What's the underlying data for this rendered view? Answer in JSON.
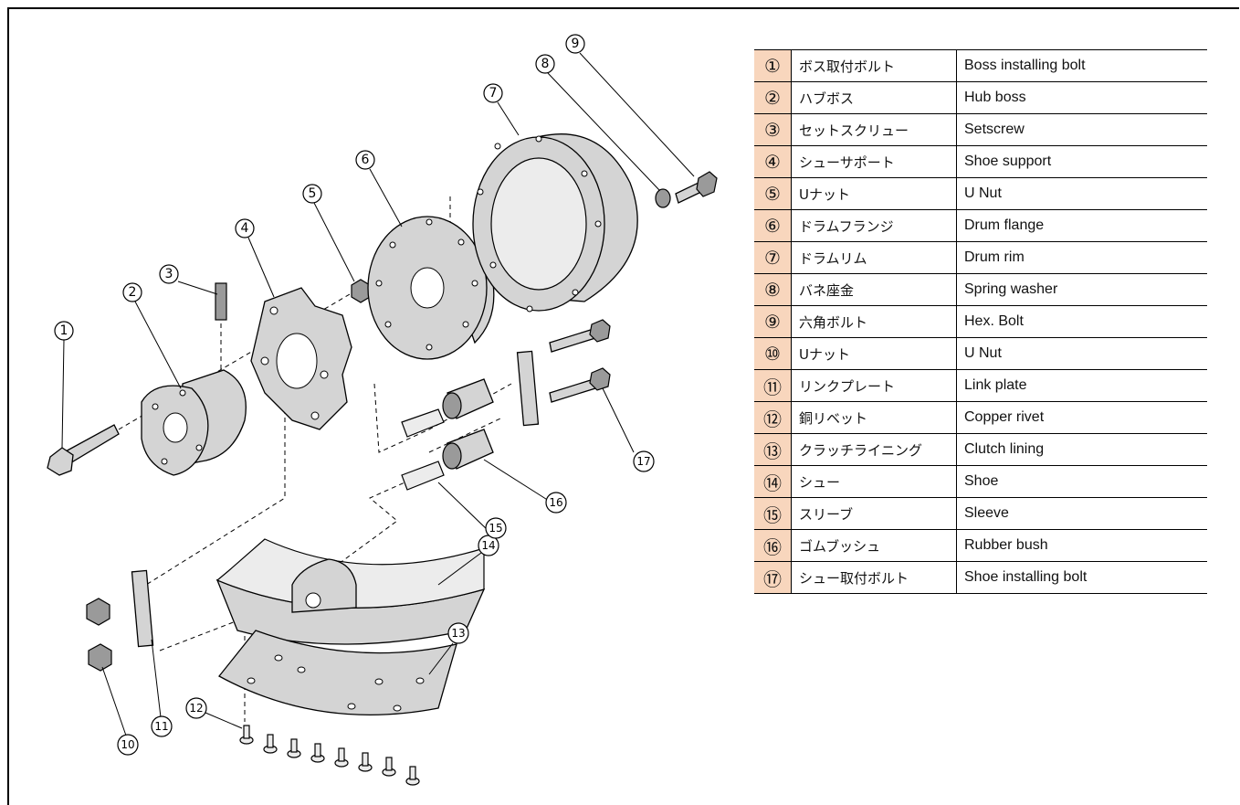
{
  "accent_color": "#f8d6bd",
  "parts": [
    {
      "num": "①",
      "jp": "ボス取付ボルト",
      "en": "Boss installing bolt",
      "icon": "boss-installing-bolt-icon"
    },
    {
      "num": "②",
      "jp": "ハブボス",
      "en": "Hub boss",
      "icon": "hub-boss-icon"
    },
    {
      "num": "③",
      "jp": "セットスクリュー",
      "en": "Setscrew",
      "icon": "setscrew-icon"
    },
    {
      "num": "④",
      "jp": "シューサポート",
      "en": "Shoe support",
      "icon": "shoe-support-icon"
    },
    {
      "num": "⑤",
      "jp": "Uナット",
      "en": "U Nut",
      "icon": "u-nut-icon"
    },
    {
      "num": "⑥",
      "jp": "ドラムフランジ",
      "en": "Drum flange",
      "icon": "drum-flange-icon"
    },
    {
      "num": "⑦",
      "jp": "ドラムリム",
      "en": "Drum rim",
      "icon": "drum-rim-icon"
    },
    {
      "num": "⑧",
      "jp": "バネ座金",
      "en": "Spring washer",
      "icon": "spring-washer-icon"
    },
    {
      "num": "⑨",
      "jp": "六角ボルト",
      "en": "Hex. Bolt",
      "icon": "hex-bolt-icon"
    },
    {
      "num": "⑩",
      "jp": "Uナット",
      "en": "U Nut",
      "icon": "u-nut-icon"
    },
    {
      "num": "⑪",
      "jp": "リンクプレート",
      "en": "Link plate",
      "icon": "link-plate-icon"
    },
    {
      "num": "⑫",
      "jp": "銅リベット",
      "en": "Copper rivet",
      "icon": "copper-rivet-icon"
    },
    {
      "num": "⑬",
      "jp": "クラッチライニング",
      "en": "Clutch lining",
      "icon": "clutch-lining-icon"
    },
    {
      "num": "⑭",
      "jp": "シュー",
      "en": "Shoe",
      "icon": "shoe-icon"
    },
    {
      "num": "⑮",
      "jp": "スリーブ",
      "en": "Sleeve",
      "icon": "sleeve-icon"
    },
    {
      "num": "⑯",
      "jp": "ゴムブッシュ",
      "en": "Rubber bush",
      "icon": "rubber-bush-icon"
    },
    {
      "num": "⑰",
      "jp": "シュー取付ボルト",
      "en": "Shoe installing bolt",
      "icon": "shoe-installing-bolt-icon"
    }
  ],
  "callouts": [
    "1",
    "2",
    "3",
    "4",
    "5",
    "6",
    "7",
    "8",
    "9",
    "10",
    "11",
    "12",
    "13",
    "14",
    "15",
    "16",
    "17"
  ]
}
